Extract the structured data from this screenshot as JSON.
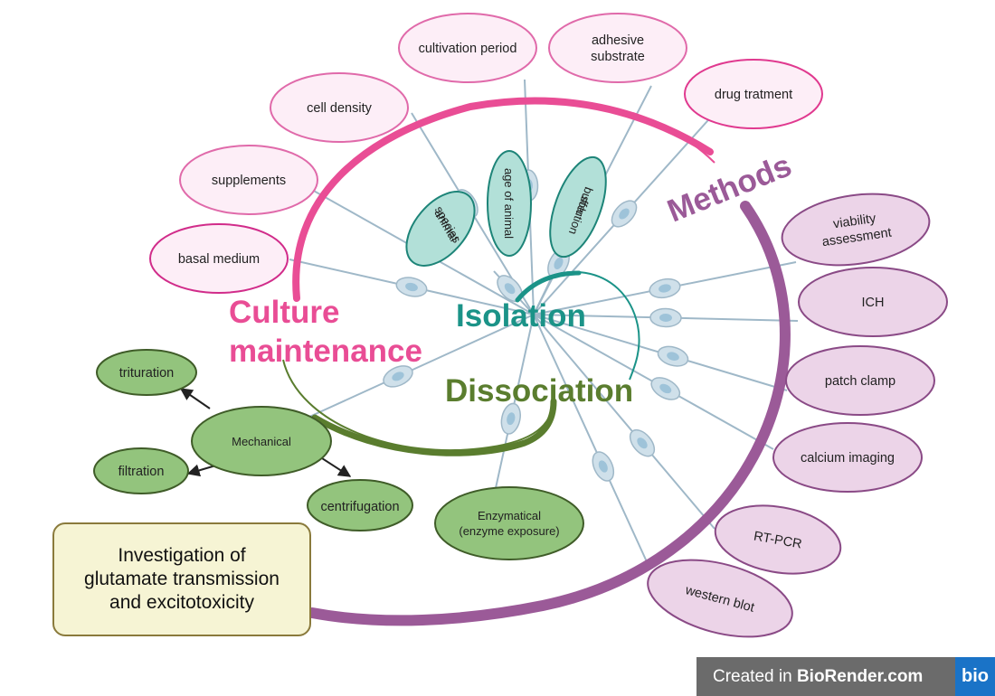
{
  "colors": {
    "culture": "#e94d95",
    "methods": "#9b5a98",
    "isolation": "#1b9388",
    "dissociation": "#5a7d2e",
    "neuron_fill": "#cfe0ea",
    "neuron_stroke": "#9fb8c8",
    "green_fill": "#93c47d",
    "green_stroke": "#3f5c28",
    "teal_fill": "#b2e0d8",
    "teal_stroke": "#1d8478",
    "pink_fill": "#fdeef7",
    "violet_fill": "#ecd4e8"
  },
  "sections": {
    "culture_line1": "Culture",
    "culture_line2": "maintenance",
    "isolation": "Isolation",
    "dissociation": "Dissociation",
    "methods": "Methods"
  },
  "culture_items": {
    "cultivation_period": "cultivation period",
    "adhesive_1": "adhesive",
    "adhesive_2": "substrate",
    "cell_density": "cell density",
    "supplements": "supplements",
    "basal_medium": "basal medium",
    "drug_treatment": "drug tratment"
  },
  "isolation_items": {
    "animal_species_1": "animal",
    "animal_species_2": "species",
    "age_of_animal": "age of animal",
    "buffer_1": "buffer",
    "buffer_2": "solution"
  },
  "dissociation_items": {
    "mechanical": "Mechanical",
    "trituration": "trituration",
    "filtration": "filtration",
    "centrifugation": "centrifugation",
    "enzymatical_1": "Enzymatical",
    "enzymatical_2": "(enzyme exposure)"
  },
  "methods_items": {
    "viability_1": "viability",
    "viability_2": "assessment",
    "ich": "ICH",
    "patch_clamp": "patch clamp",
    "calcium_imaging": "calcium imaging",
    "rt_pcr": "RT-PCR",
    "western_blot": "western blot"
  },
  "summary": {
    "line1": "Investigation of",
    "line2": "glutamate transmission",
    "line3": "and excitotoxicity"
  },
  "badge": {
    "prefix": "Created in ",
    "brand": "BioRender.com",
    "logo": "bio"
  }
}
